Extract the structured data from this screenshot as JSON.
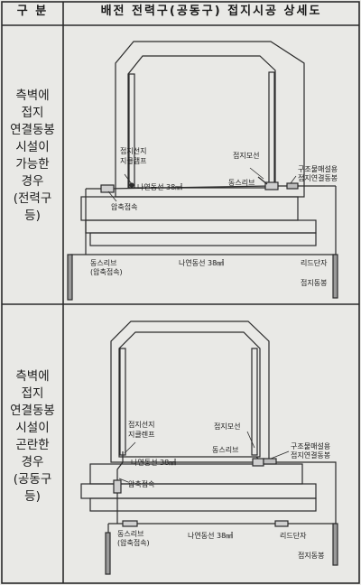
{
  "header": {
    "category": "구  분",
    "title": "배전 전력구(공동구) 접지시공 상세도"
  },
  "sections": [
    {
      "side_lines": [
        "측벽에",
        "접지",
        "연결동봉",
        "시설이",
        "가능한",
        "경우",
        "(전력구",
        "등)"
      ],
      "labels": {
        "clamp_line1": "접지선지",
        "clamp_line2": "지클램프",
        "bare_wire_upper": "나연동선 38㎟",
        "compression": "압축접속",
        "ground_wire": "접지모선",
        "copper_sleeve": "동스리브",
        "rod_line1": "구조물매설용",
        "rod_line2": "접지연결동봉",
        "sleeve_bottom_line1": "동스리브",
        "sleeve_bottom_line2": "(압축접속)",
        "bare_wire_lower": "나연동선 38㎟",
        "lead_terminal": "리드단자",
        "ground_rod": "접지동봉"
      }
    },
    {
      "side_lines": [
        "측벽에",
        "접지",
        "연결동봉",
        "시설이",
        "곤란한",
        "경우",
        "(공동구",
        "등)"
      ],
      "labels": {
        "clamp_line1": "접지선지",
        "clamp_line2": "지클렌프",
        "bare_wire_upper": "나연동선 38㎟",
        "compression": "압축접속",
        "ground_wire": "접지모선",
        "copper_sleeve": "동스리브",
        "rod_line1": "구조물매설용",
        "rod_line2": "접지연결동봉",
        "sleeve_bottom_line1": "동스리브",
        "sleeve_bottom_line2": "(압축접속)",
        "bare_wire_lower": "나연동선 38㎟",
        "lead_terminal": "리드단자",
        "ground_rod": "접지동봉"
      }
    }
  ]
}
